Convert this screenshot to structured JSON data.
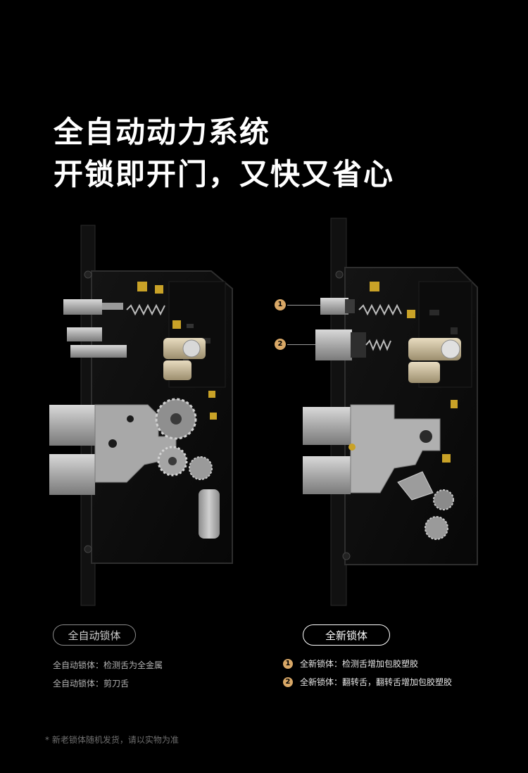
{
  "headline": {
    "line1": "全自动动力系统",
    "line2": "开锁即开门，又快又省心"
  },
  "left_panel": {
    "label": "全自动锁体",
    "specs": [
      "全自动锁体：检测舌为全金属",
      "全自动锁体：剪刀舌"
    ]
  },
  "right_panel": {
    "label": "全新锁体",
    "callouts": [
      "1",
      "2"
    ],
    "specs": [
      {
        "num": "1",
        "text": "全新锁体：检测舌增加包胶塑胶"
      },
      {
        "num": "2",
        "text": "全新锁体：翻转舌，翻转舌增加包胶塑胶"
      }
    ]
  },
  "footnote": "* 新老锁体随机发货，请以实物为准",
  "colors": {
    "accent": "#d9a867",
    "background": "#000000"
  }
}
